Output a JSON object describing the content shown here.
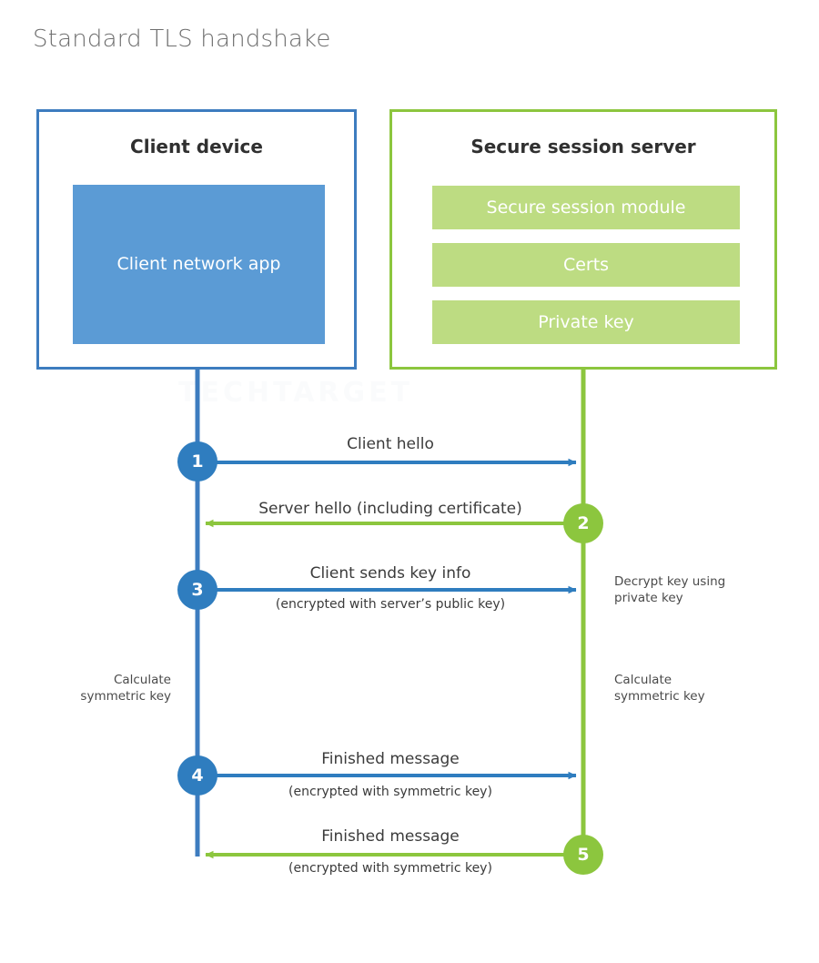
{
  "page_title": "Standard TLS handshake",
  "watermark": "TECHTARGET",
  "colors": {
    "client_border": "#3d7cbf",
    "client_fill": "#5b9bd5",
    "client_accent": "#2f7dbf",
    "server_border": "#8cc63e",
    "server_fill": "#bddc82",
    "server_accent": "#8cc63e",
    "title_text": "#6e6e6e",
    "body_text": "#3b3b3b"
  },
  "client": {
    "title": "Client device",
    "app_label": "Client network app"
  },
  "server": {
    "title": "Secure session server",
    "blocks": [
      {
        "label": "Secure session module"
      },
      {
        "label": "Certs"
      },
      {
        "label": "Private key"
      }
    ]
  },
  "steps": [
    {
      "number": "1",
      "main": "Client hello",
      "sub": "",
      "direction": "client-to-server",
      "color": "blue"
    },
    {
      "number": "2",
      "main": "Server hello (including certificate)",
      "sub": "",
      "direction": "server-to-client",
      "color": "green"
    },
    {
      "number": "3",
      "main": "Client sends key info",
      "sub": "(encrypted with server’s public key)",
      "direction": "client-to-server",
      "color": "blue"
    },
    {
      "number": "4",
      "main": "Finished message",
      "sub": "(encrypted with symmetric key)",
      "direction": "client-to-server",
      "color": "blue"
    },
    {
      "number": "5",
      "main": "Finished message",
      "sub": "(encrypted with symmetric key)",
      "direction": "server-to-client",
      "color": "green"
    }
  ],
  "notes": {
    "decrypt_key": "Decrypt key using\nprivate key",
    "calculate_symmetric_key_client": "Calculate\nsymmetric key",
    "calculate_symmetric_key_server": "Calculate\nsymmetric key"
  }
}
